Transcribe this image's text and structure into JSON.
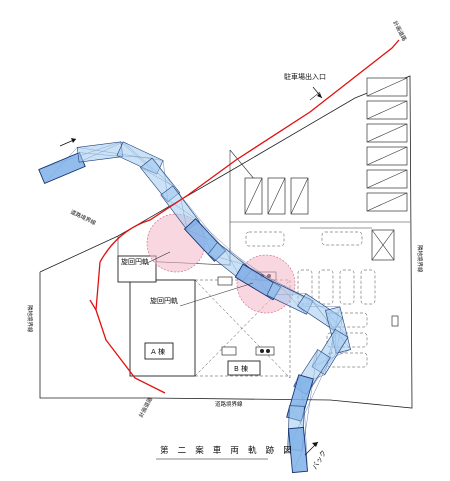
{
  "title": "第 二 案 車 両 軌 跡 図",
  "labels": {
    "parking_entrance": "駐車場出入口",
    "rotation_circle_1": "旋回円軌",
    "rotation_circle_2": "旋回円軌",
    "building_a": "A 棟",
    "building_b": "B 棟",
    "road_boundary_left": "道路境界線",
    "road_boundary_bottom": "道路境界線",
    "site_boundary_left": "隣地境界線",
    "site_boundary_right": "隣地境界線",
    "road_corner_top": "計画道路",
    "road_corner_bottom": "計画道路",
    "back": "バック"
  },
  "colors": {
    "vehicle_fill": "#9ec8ee",
    "vehicle_stroke": "#1f3f7a",
    "trajectory_line": "#e01010",
    "turning_circle": "#f4b6c8"
  }
}
